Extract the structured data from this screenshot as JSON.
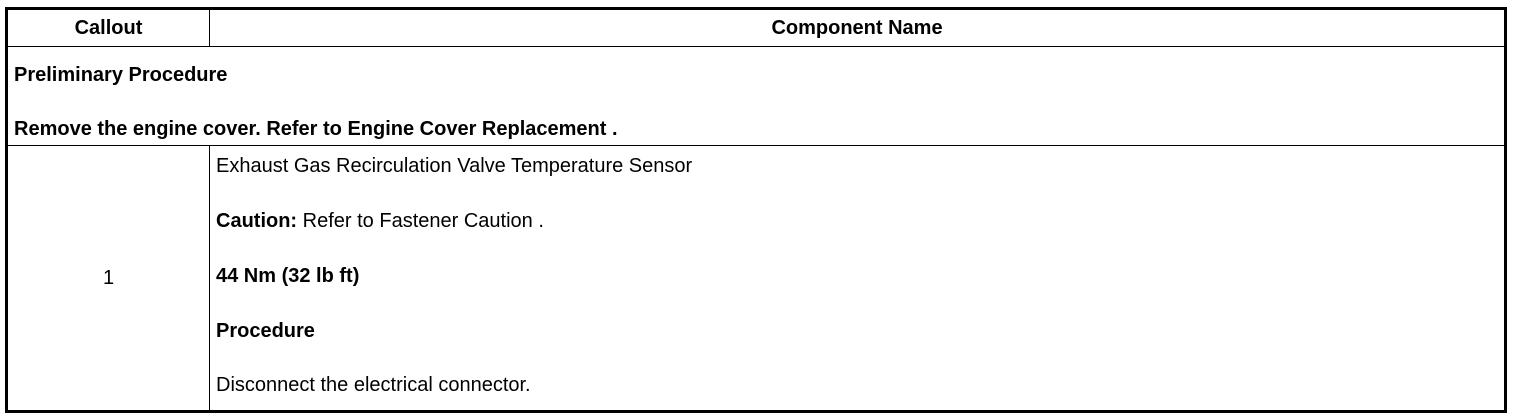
{
  "table": {
    "headers": {
      "callout": "Callout",
      "component_name": "Component Name"
    },
    "preliminary": {
      "title": "Preliminary Procedure",
      "instruction": "Remove the engine cover. Refer to Engine Cover Replacement ."
    },
    "rows": [
      {
        "callout": "1",
        "component": "Exhaust Gas Recirculation Valve Temperature Sensor",
        "caution_label": "Caution:",
        "caution_text": " Refer to Fastener Caution .",
        "torque": "44 Nm (32 lb ft)",
        "procedure_label": "Procedure",
        "procedure_step": "Disconnect the electrical connector."
      }
    ]
  }
}
